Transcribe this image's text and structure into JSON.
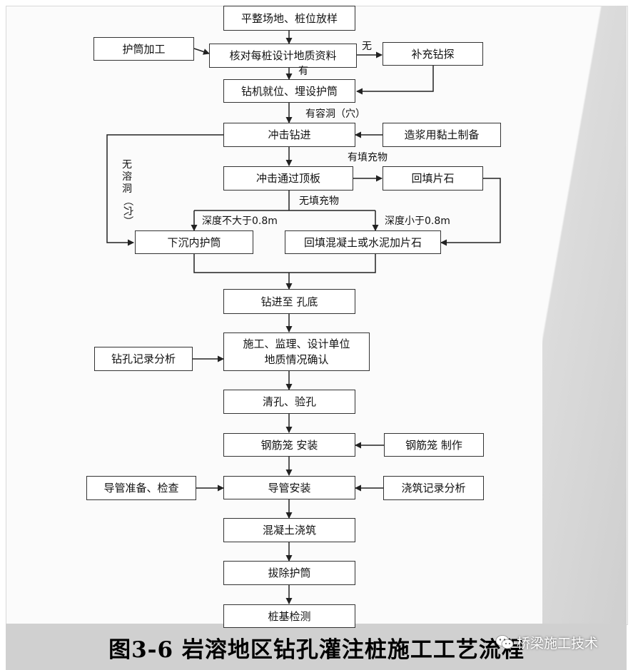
{
  "boxes": {
    "site_prep": "平整场地、桩位放样",
    "casing_fab": "护筒加工",
    "check_geo": "核对每桩设计地质资料",
    "extra_drill": "补充钻探",
    "rig_position": "钻机就位、埋设护筒",
    "impact_drill": "冲击钻进",
    "clay_prep": "造浆用黏土制备",
    "impact_roof": "冲击通过顶板",
    "backfill_stone": "回填片石",
    "sink_casing": "下沉内护筒",
    "backfill_concrete": "回填混凝土或水泥加片石",
    "drill_bottom": "钻进至 孔底",
    "confirm_line1": "施工、监理、设计单位",
    "confirm_line2": "地质情况确认",
    "record_analysis": "钻孔记录分析",
    "clean_hole": "清孔、验孔",
    "cage_install": "钢筋笼 安装",
    "cage_make": "钢筋笼 制作",
    "tremie_prep": "导管准备、检查",
    "tremie_install": "导管安装",
    "pour_record": "浇筑记录分析",
    "concrete_pour": "混凝土浇筑",
    "remove_casing": "拔除护筒",
    "pile_test": "桩基检测"
  },
  "labels": {
    "no": "无",
    "yes": "有",
    "has_cave": "有容洞（穴）",
    "has_fill": "有填充物",
    "no_fill": "无填充物",
    "depth_le": "深度不大于0.8m",
    "depth_lt": "深度小于0.8m",
    "no_cave_vertical": "无溶洞",
    "no_cave_paren": "（穴）"
  },
  "title": "图3-6 岩溶地区钻孔灌注桩施工工艺流程",
  "watermark": "桥梁施工技术",
  "watermark_icon": "wechat-icon"
}
